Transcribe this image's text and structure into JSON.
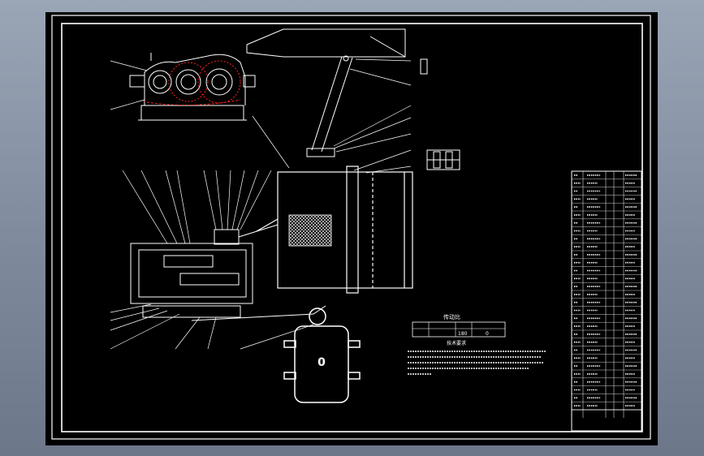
{
  "app": {
    "background_colors": [
      "#9aa6b6",
      "#6c7789"
    ],
    "viewport_color": "#000000",
    "line_color": "#ffffff",
    "accent_color": "#ff2020"
  },
  "table": {
    "title": "传动比",
    "headers": [
      "",
      "",
      ""
    ],
    "row": [
      "",
      "180",
      "0"
    ]
  },
  "notes": {
    "title": "技术要求"
  },
  "motor": {
    "label": "0"
  },
  "bom": {
    "rows": 30
  }
}
